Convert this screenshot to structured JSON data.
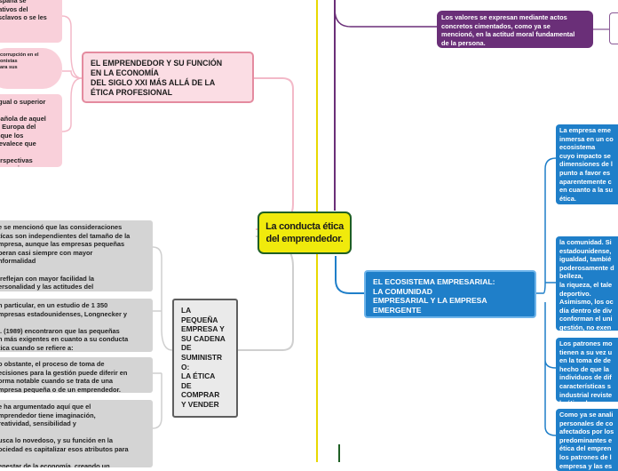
{
  "central_topic": {
    "line1": "La conducta ética",
    "line2": "del emprendedor."
  },
  "branch_emprendedor": {
    "title": "EL EMPRENDEDOR Y SU FUNCIÓN\nEN LA ECONOMÍA\nDEL SIGLO XXI MÁS ALLÁ DE LA\nÉTICA PROFESIONAL",
    "children": [
      "España se\nnativos del\nesclavos o se les\n\n.",
      "corrupción en el\nonistas\nara sus",
      "igual o superior\n\npañola de aquel\ne Europa del\nnque los\nrevalece que\n\nerspectivas\n negocios."
    ]
  },
  "branch_cadena": {
    "title": "LA\nPEQUEÑA\nEMPRESA Y\nSU CADENA\nDE\nSUMINISTR\nO:\nLA ÉTICA\nDE\nCOMPRAR\nY VENDER",
    "children": [
      "e se mencionó que las consideraciones\ntícas son independientes del tamaño de la\nmpresa, aunque las empresas pequeñas\nperan casi siempre con mayor\nnformalidad\n\n reflejan con mayor facilidad la\nersonalidad y las actitudes del\nmprendedor",
      "n particular, en un estudio de 1 350\nmpresas estadounidenses, Longnecker y\n\nl. (1989) encontraron que las pequeñas\nn más exigentes en cuanto a su conducta\ntica cuando se refiere a:",
      "o obstante, el proceso de toma de\necisiones para la gestión puede diferir en\norma notable cuando se trata de una\nmpresa pequeña o de un emprendedor.",
      "e ha argumentado aquí que el\nmprendedor tiene imaginación,\nreatividad, sensibilidad y\n\nusca lo novedoso, y su función en la\nociedad es capitalizar esos atributos para\n\nenestar de la economía, creando un"
    ]
  },
  "branch_valores": {
    "child": "Los valores se expresan mediante actos\nconcretos cimentados, como ya se\nmencionó, en la actitud moral fundamental\nde la persona."
  },
  "branch_ecosistema": {
    "title": "EL ECOSISTEMA EMPRESARIAL:\nLA COMUNIDAD\nEMPRESARIAL Y LA EMPRESA\nEMERGENTE",
    "children": [
      "La empresa eme\ninmersa en un co\necosistema\ncuyo impacto se\ndimensiones de l\npunto a favor es\naparentemente c\nen cuanto a la su\nética.",
      "la comunidad. Si\nestadounidense,\nigualdad, tambié\npoderosamente d\nbelleza,\nla riqueza, el tale\ndeportivo.\nAsimismo, los oc\ndía dentro de div\nconforman el uni\ngestión, no exen\nmorales. Entre é",
      "Los patrones mo\ntienen a su vez u\nen la toma de de\nhecho de que la \nindividuos de dif\ncaracterísticas s\nindustrial reviste\nla ética de negoc",
      "Como ya se anali\npersonales de co\nafectados por los\npredominantes e\nética del empren\nlos patrones de l\nempresa y las es"
    ]
  }
}
